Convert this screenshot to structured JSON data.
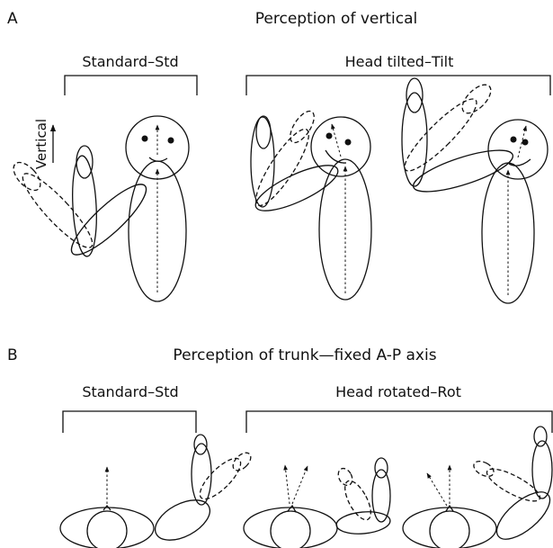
{
  "panel_a": {
    "letter": "A",
    "title": "Perception of vertical",
    "left_label": "Standard–Std",
    "right_label": "Head tilted–Tilt",
    "axis_label": "Vertical"
  },
  "panel_b": {
    "letter": "B",
    "title": "Perception of trunk—fixed A-P axis",
    "left_label": "Standard–Std",
    "right_label": "Head rotated–Rot"
  }
}
